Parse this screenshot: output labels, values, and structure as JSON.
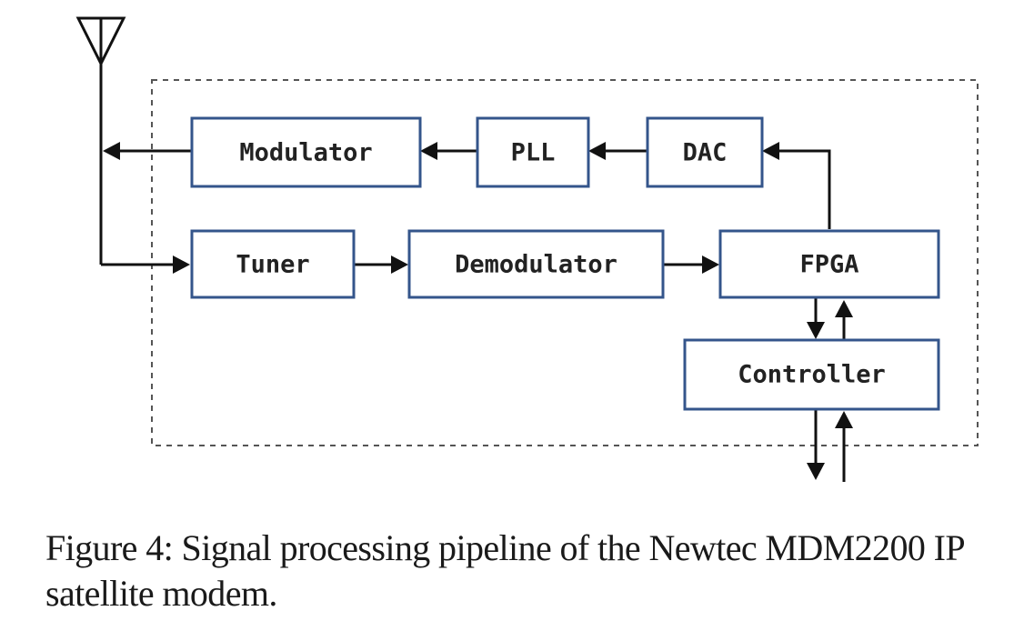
{
  "diagram": {
    "blocks": {
      "modulator": "Modulator",
      "pll": "PLL",
      "dac": "DAC",
      "tuner": "Tuner",
      "demodulator": "Demodulator",
      "fpga": "FPGA",
      "controller": "Controller"
    },
    "colors": {
      "block_border": "#34558b",
      "wire": "#111111",
      "boundary": "#555555"
    }
  },
  "caption": {
    "text": "Figure 4: Signal processing pipeline of the Newtec MDM2200 IP satellite modem."
  }
}
